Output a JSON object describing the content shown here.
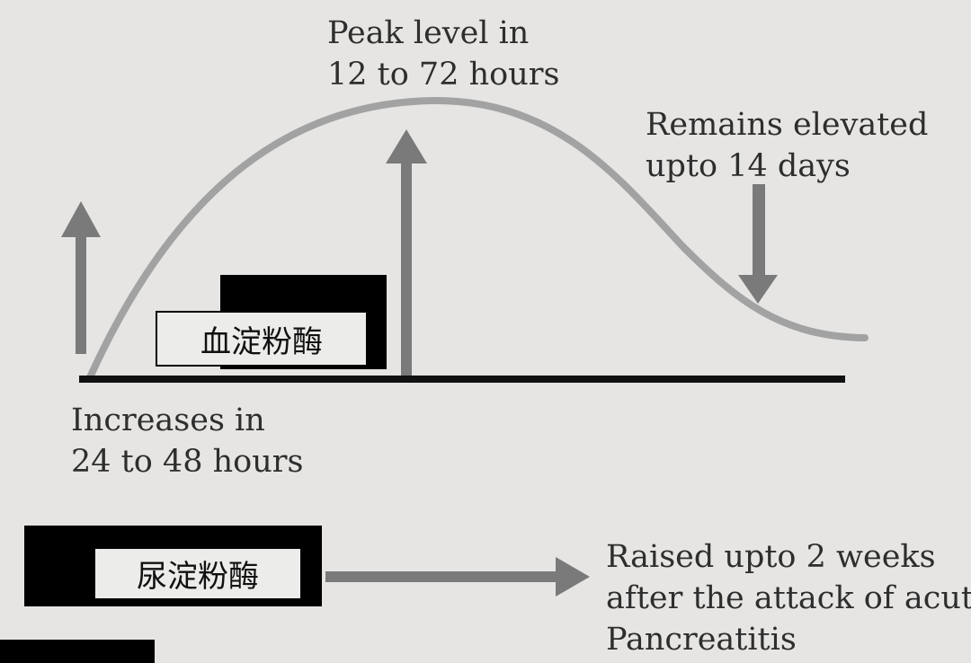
{
  "annotations": {
    "peak_line1": "Peak level in",
    "peak_line2": "12 to 72 hours",
    "remains_line1": "Remains elevated",
    "remains_line2": "upto 14 days",
    "increase_line1": "Increases in",
    "increase_line2": "24 to 48 hours",
    "raised_line1": "Raised upto 2 weeks",
    "raised_line2": "after the attack of acute",
    "raised_line3": "Pancreatitis"
  },
  "labels": {
    "serum_amylase": "血淀粉酶",
    "urine_amylase": "尿淀粉酶"
  },
  "colors": {
    "background": "#e6e5e3",
    "curve": "#a2a2a2",
    "arrow": "#7a7a7a",
    "baseline": "#111111",
    "redaction": "#000000"
  }
}
